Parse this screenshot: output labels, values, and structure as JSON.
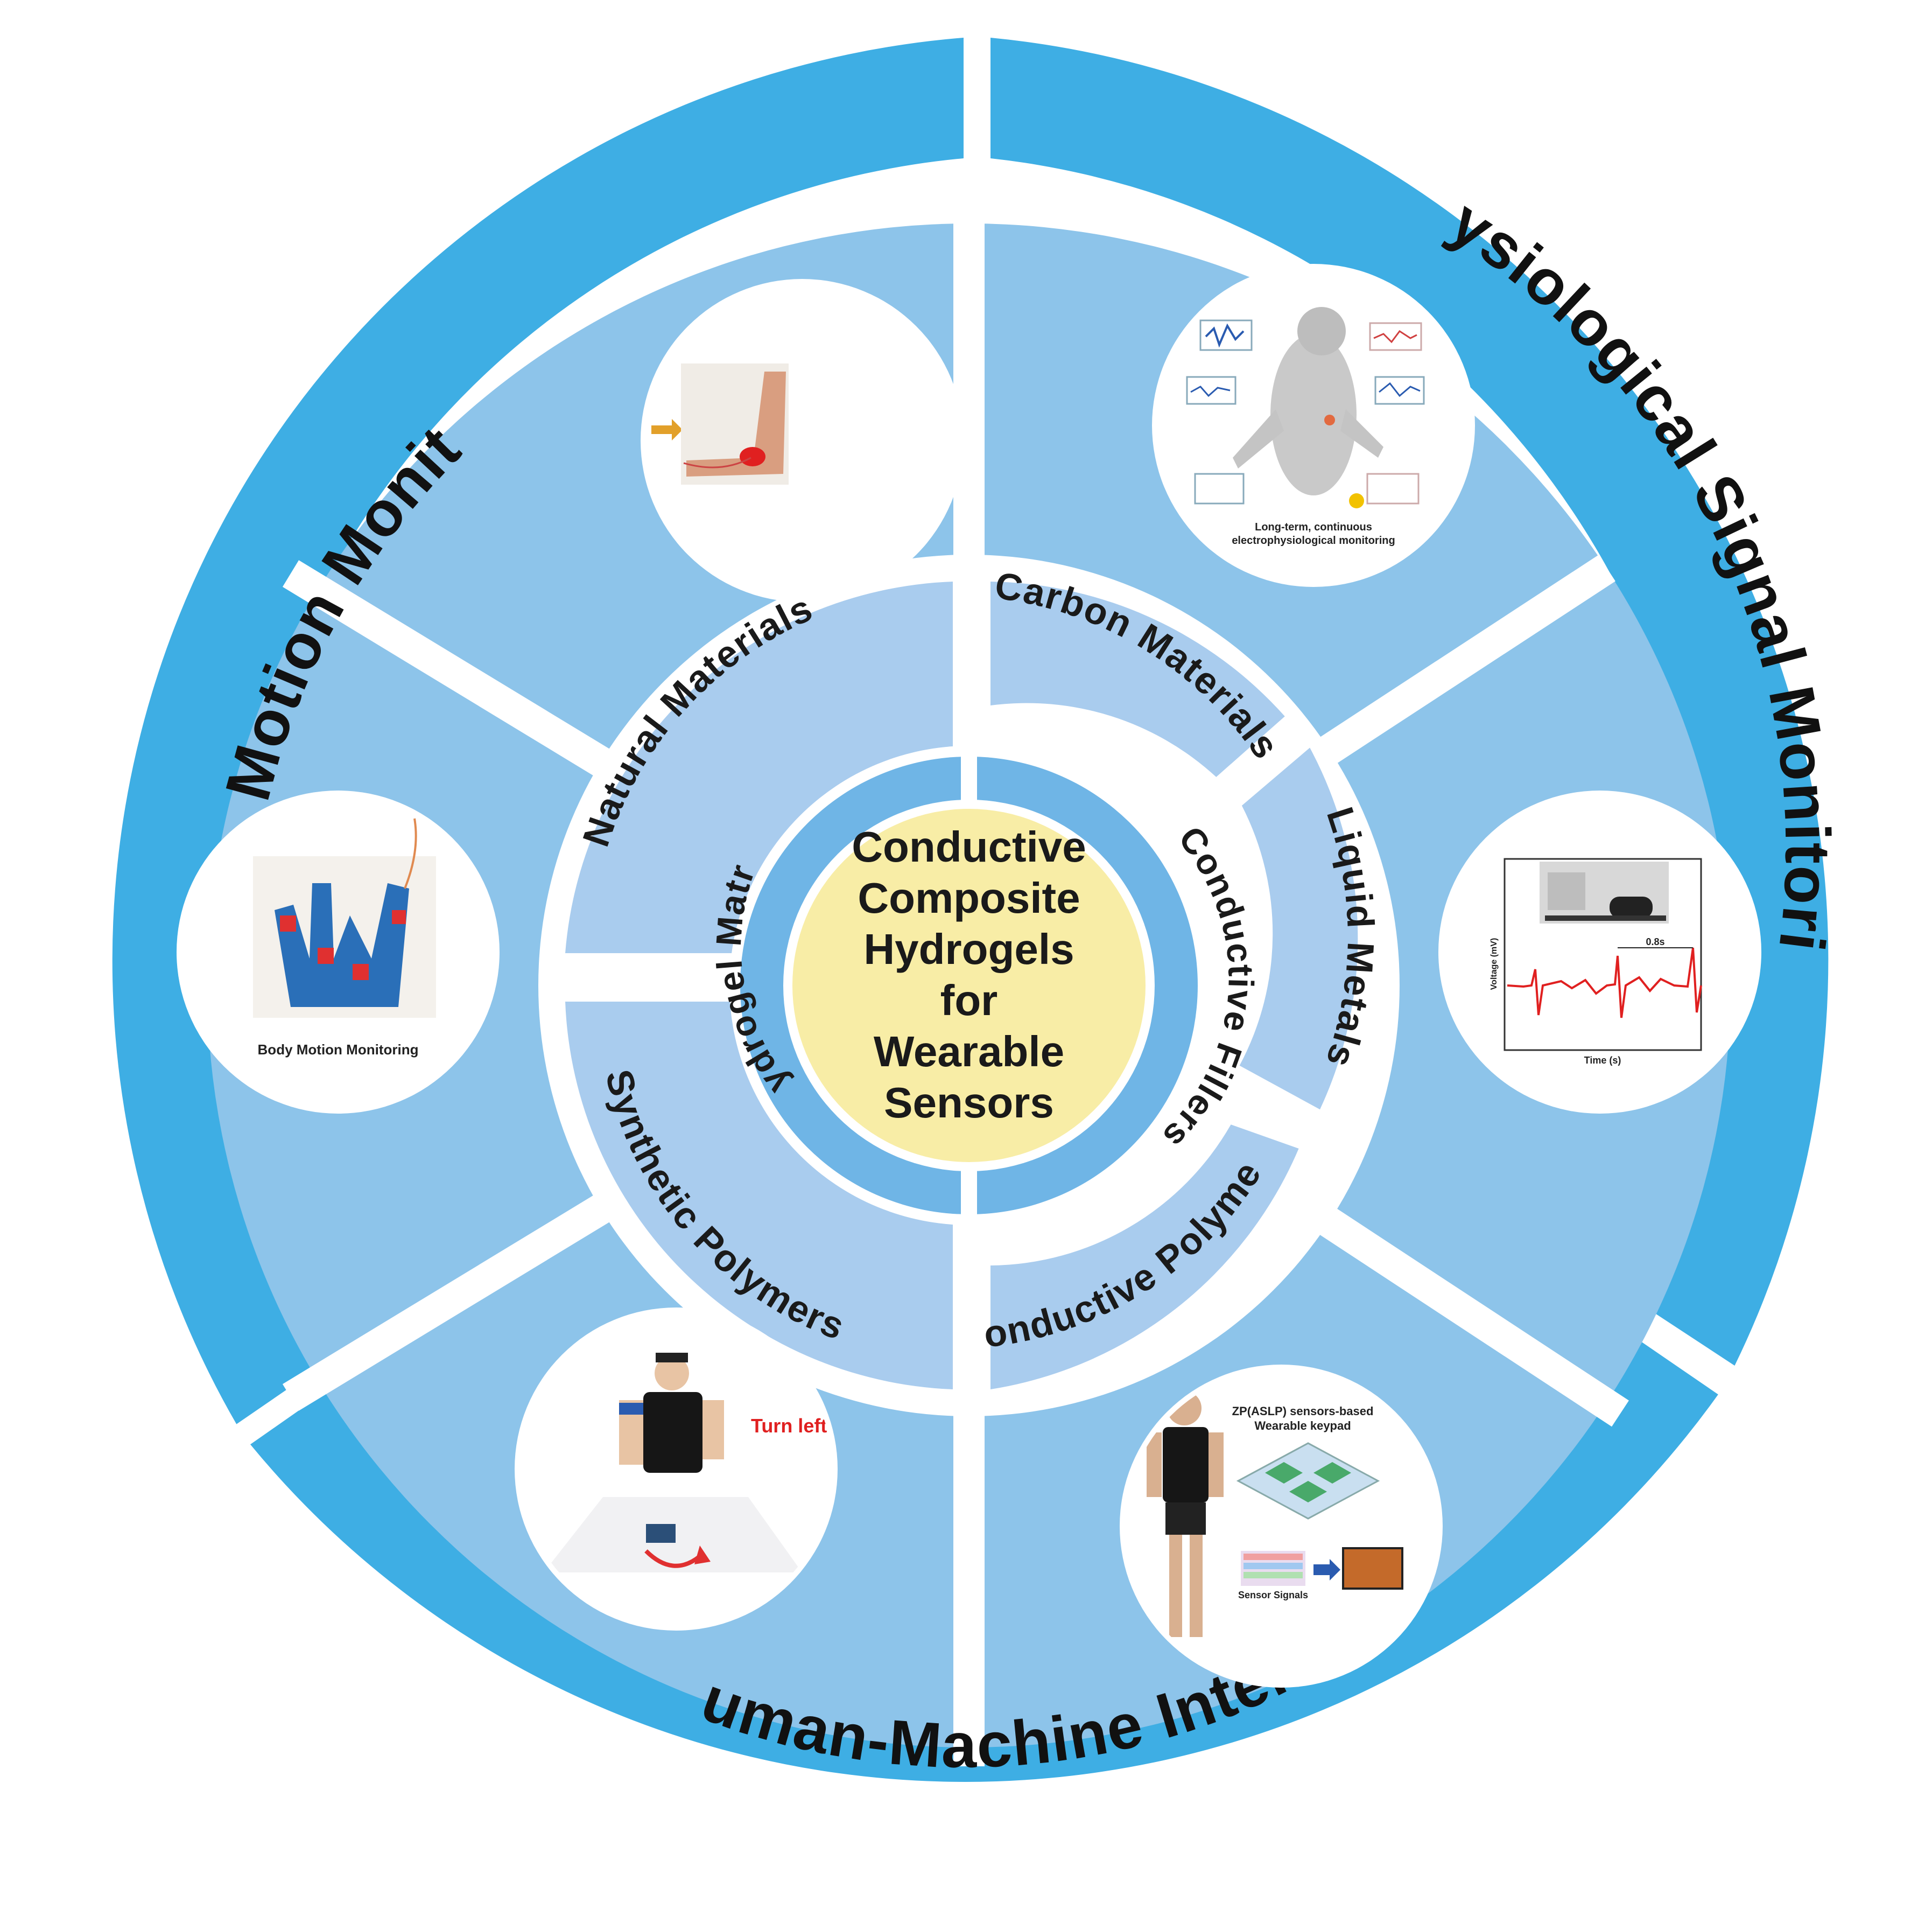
{
  "outer_ring": {
    "body_motion": "Body Motion Monitoring",
    "physiological": "Physiological Signal Monitoring",
    "hmi": "Human-Machine Interface"
  },
  "middle_ring": {
    "natural": "Natural Materials",
    "synthetic": "Synthetic Polymers",
    "carbon": "Carbon Materials",
    "liquid": "Liquid Metals",
    "polymers": "Conductive Polymers"
  },
  "inner_ring": {
    "hydrogel": "Hydrogel Matrix",
    "fillers": "Conductive Fillers"
  },
  "center": {
    "lines": [
      "Conductive",
      "Composite",
      "Hydrogels",
      "for",
      "Wearable",
      "Sensors"
    ]
  },
  "thumbnails": {
    "body_motion_caption": "Body Motion Monitoring",
    "turn_left": "Turn left",
    "longterm_caption_1": "Long-term, continuous",
    "longterm_caption_2": "electrophysiological monitoring",
    "keypad_title_1": "ZP(ASLP) sensors-based",
    "keypad_title_2": "Wearable keypad",
    "sensor_signals": "Sensor Signals",
    "ecg_interval": "0.8s",
    "ecg_xlabel": "Time (s)",
    "ecg_ylabel": "Voltage (mV)"
  },
  "colors": {
    "outer_ring": "#3EAEE4",
    "sector_fill": "#8DC4EA",
    "middle_ring": "#A9CCEE",
    "inner_ring": "#6FB5E6",
    "center": "#F8EDA6"
  }
}
